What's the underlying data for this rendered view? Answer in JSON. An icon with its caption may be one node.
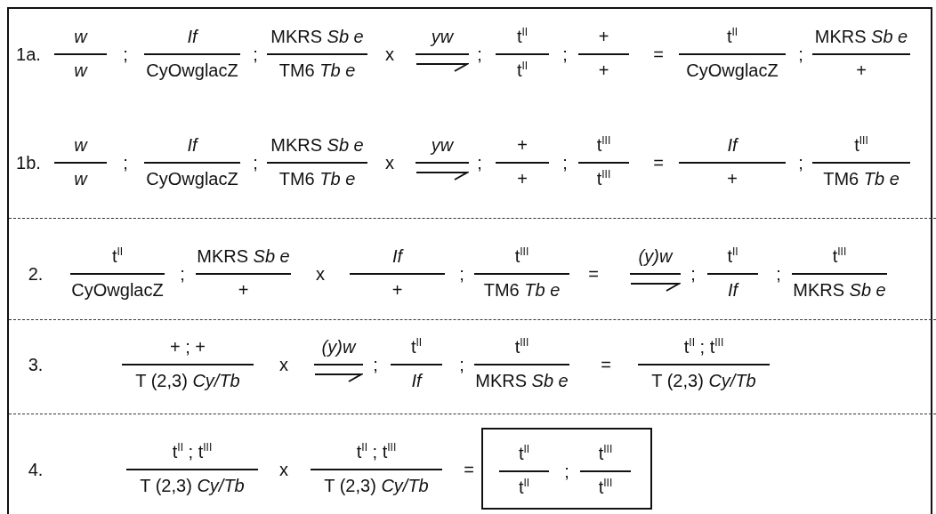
{
  "diagram": {
    "nodes": [
      {
        "text": [
          "t$^{II}$",
          "t$^{II}$",
          ";",
          "t$^{III}$",
          "t$^{III}$"
        ]
      }
    ],
    "labels": [
      "1a.",
      "w",
      "w",
      ";",
      "If",
      "CyOwglacZ",
      ";",
      "MKRS *Sb e*",
      "TM6 *Tb e*",
      "x",
      "yw",
      ";",
      "t$^{II}$",
      "t$^{II}$",
      ";",
      "+",
      "+",
      "=",
      "t$^{II}$",
      "CyOwglacZ",
      ";",
      "MKRS *Sb e*",
      "+",
      "1b.",
      "w",
      "w",
      ";",
      "If",
      "CyOwglacZ",
      ";",
      "MKRS *Sb e*",
      "TM6 *Tb e*",
      "x",
      "yw",
      ";",
      "+",
      "+",
      ";",
      "t$^{III}$",
      "t$^{III}$",
      "=",
      "If",
      "+",
      ";",
      "t$^{III}$",
      "TM6 *Tb e*",
      "2.",
      "t$^{II}$",
      "CyOwglacZ",
      ";",
      "MKRS *Sb e*",
      "+",
      "x",
      "If",
      "+",
      ";",
      "t$^{III}$",
      "TM6 *Tb e*",
      "=",
      "(y)w",
      ";",
      "t$^{II}$",
      "If",
      ";",
      "t$^{III}$",
      "MKRS *Sb e*",
      "3.",
      "+ ; +",
      "T (2,3) *Cy/Tb*",
      "x",
      "(y)w",
      ";",
      "t$^{II}$",
      "If",
      ";",
      "t$^{III}$",
      "MKRS *Sb e*",
      "=",
      "t$^{II}$ ; t$^{III}$",
      "T (2,3) *Cy/Tb*",
      "4.",
      "t$^{II}$ ; t$^{III}$",
      "T (2,3) *Cy/Tb*",
      "x",
      "t$^{II}$ ; t$^{III}$",
      "T (2,3) *Cy/Tb*",
      "="
    ]
  }
}
